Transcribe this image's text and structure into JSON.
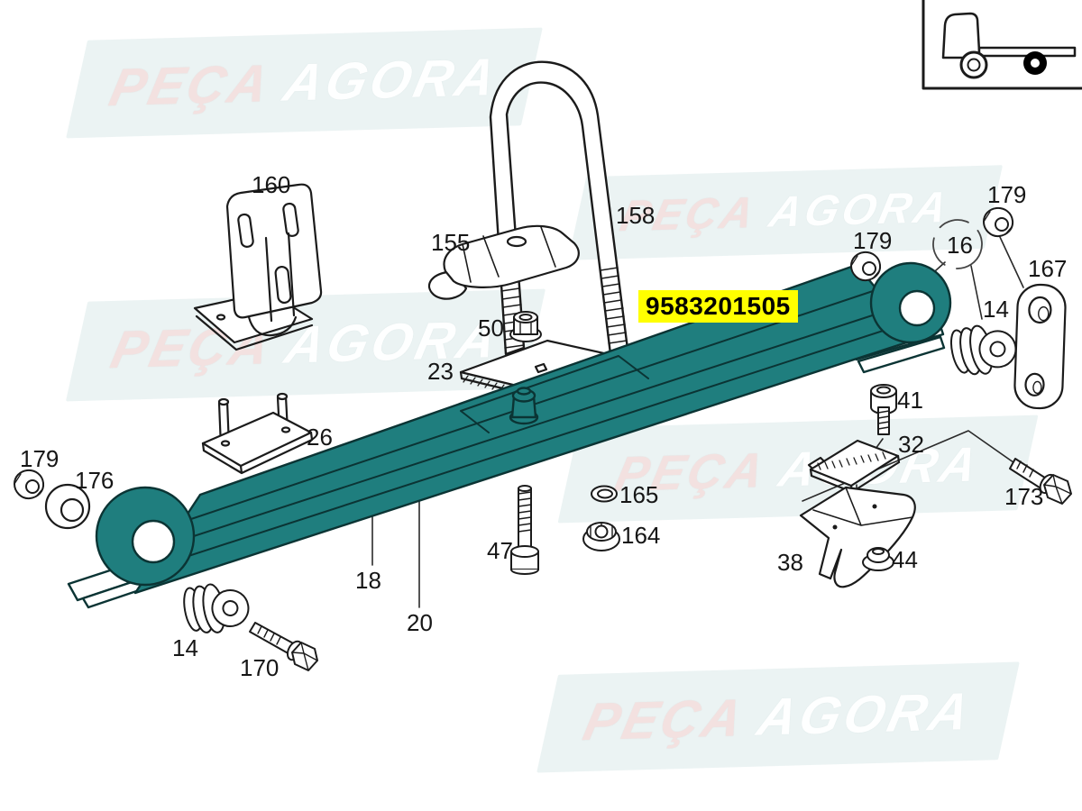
{
  "watermark": {
    "word1": "PEÇA",
    "word2": "AGORA"
  },
  "part_highlight": {
    "number": "9583201505"
  },
  "colors": {
    "spring_fill": "#1F7E7E",
    "spring_stroke": "#0B3434",
    "line_art": "#1B1B1B",
    "highlight_bg": "#FFFF00",
    "watermark_band": "#DEECEB",
    "watermark_peca": "#F3E2E0",
    "watermark_agora": "#FFFFFF"
  },
  "icons": {
    "truck": "truck-side-rear-axle-icon"
  },
  "labels": [
    {
      "part": "160",
      "text": "160"
    },
    {
      "part": "155",
      "text": "155"
    },
    {
      "part": "158",
      "text": "158"
    },
    {
      "part": "179-mid",
      "text": "179"
    },
    {
      "part": "16",
      "text": "16"
    },
    {
      "part": "179-top-right",
      "text": "179"
    },
    {
      "part": "167",
      "text": "167"
    },
    {
      "part": "14-right",
      "text": "14"
    },
    {
      "part": "50",
      "text": "50"
    },
    {
      "part": "23",
      "text": "23"
    },
    {
      "part": "26",
      "text": "26"
    },
    {
      "part": "41",
      "text": "41"
    },
    {
      "part": "32",
      "text": "32"
    },
    {
      "part": "173",
      "text": "173"
    },
    {
      "part": "165",
      "text": "165"
    },
    {
      "part": "164",
      "text": "164"
    },
    {
      "part": "38",
      "text": "38"
    },
    {
      "part": "44",
      "text": "44"
    },
    {
      "part": "47",
      "text": "47"
    },
    {
      "part": "18",
      "text": "18"
    },
    {
      "part": "20",
      "text": "20"
    },
    {
      "part": "179-left",
      "text": "179"
    },
    {
      "part": "176",
      "text": "176"
    },
    {
      "part": "14-left",
      "text": "14"
    },
    {
      "part": "170",
      "text": "170"
    }
  ]
}
